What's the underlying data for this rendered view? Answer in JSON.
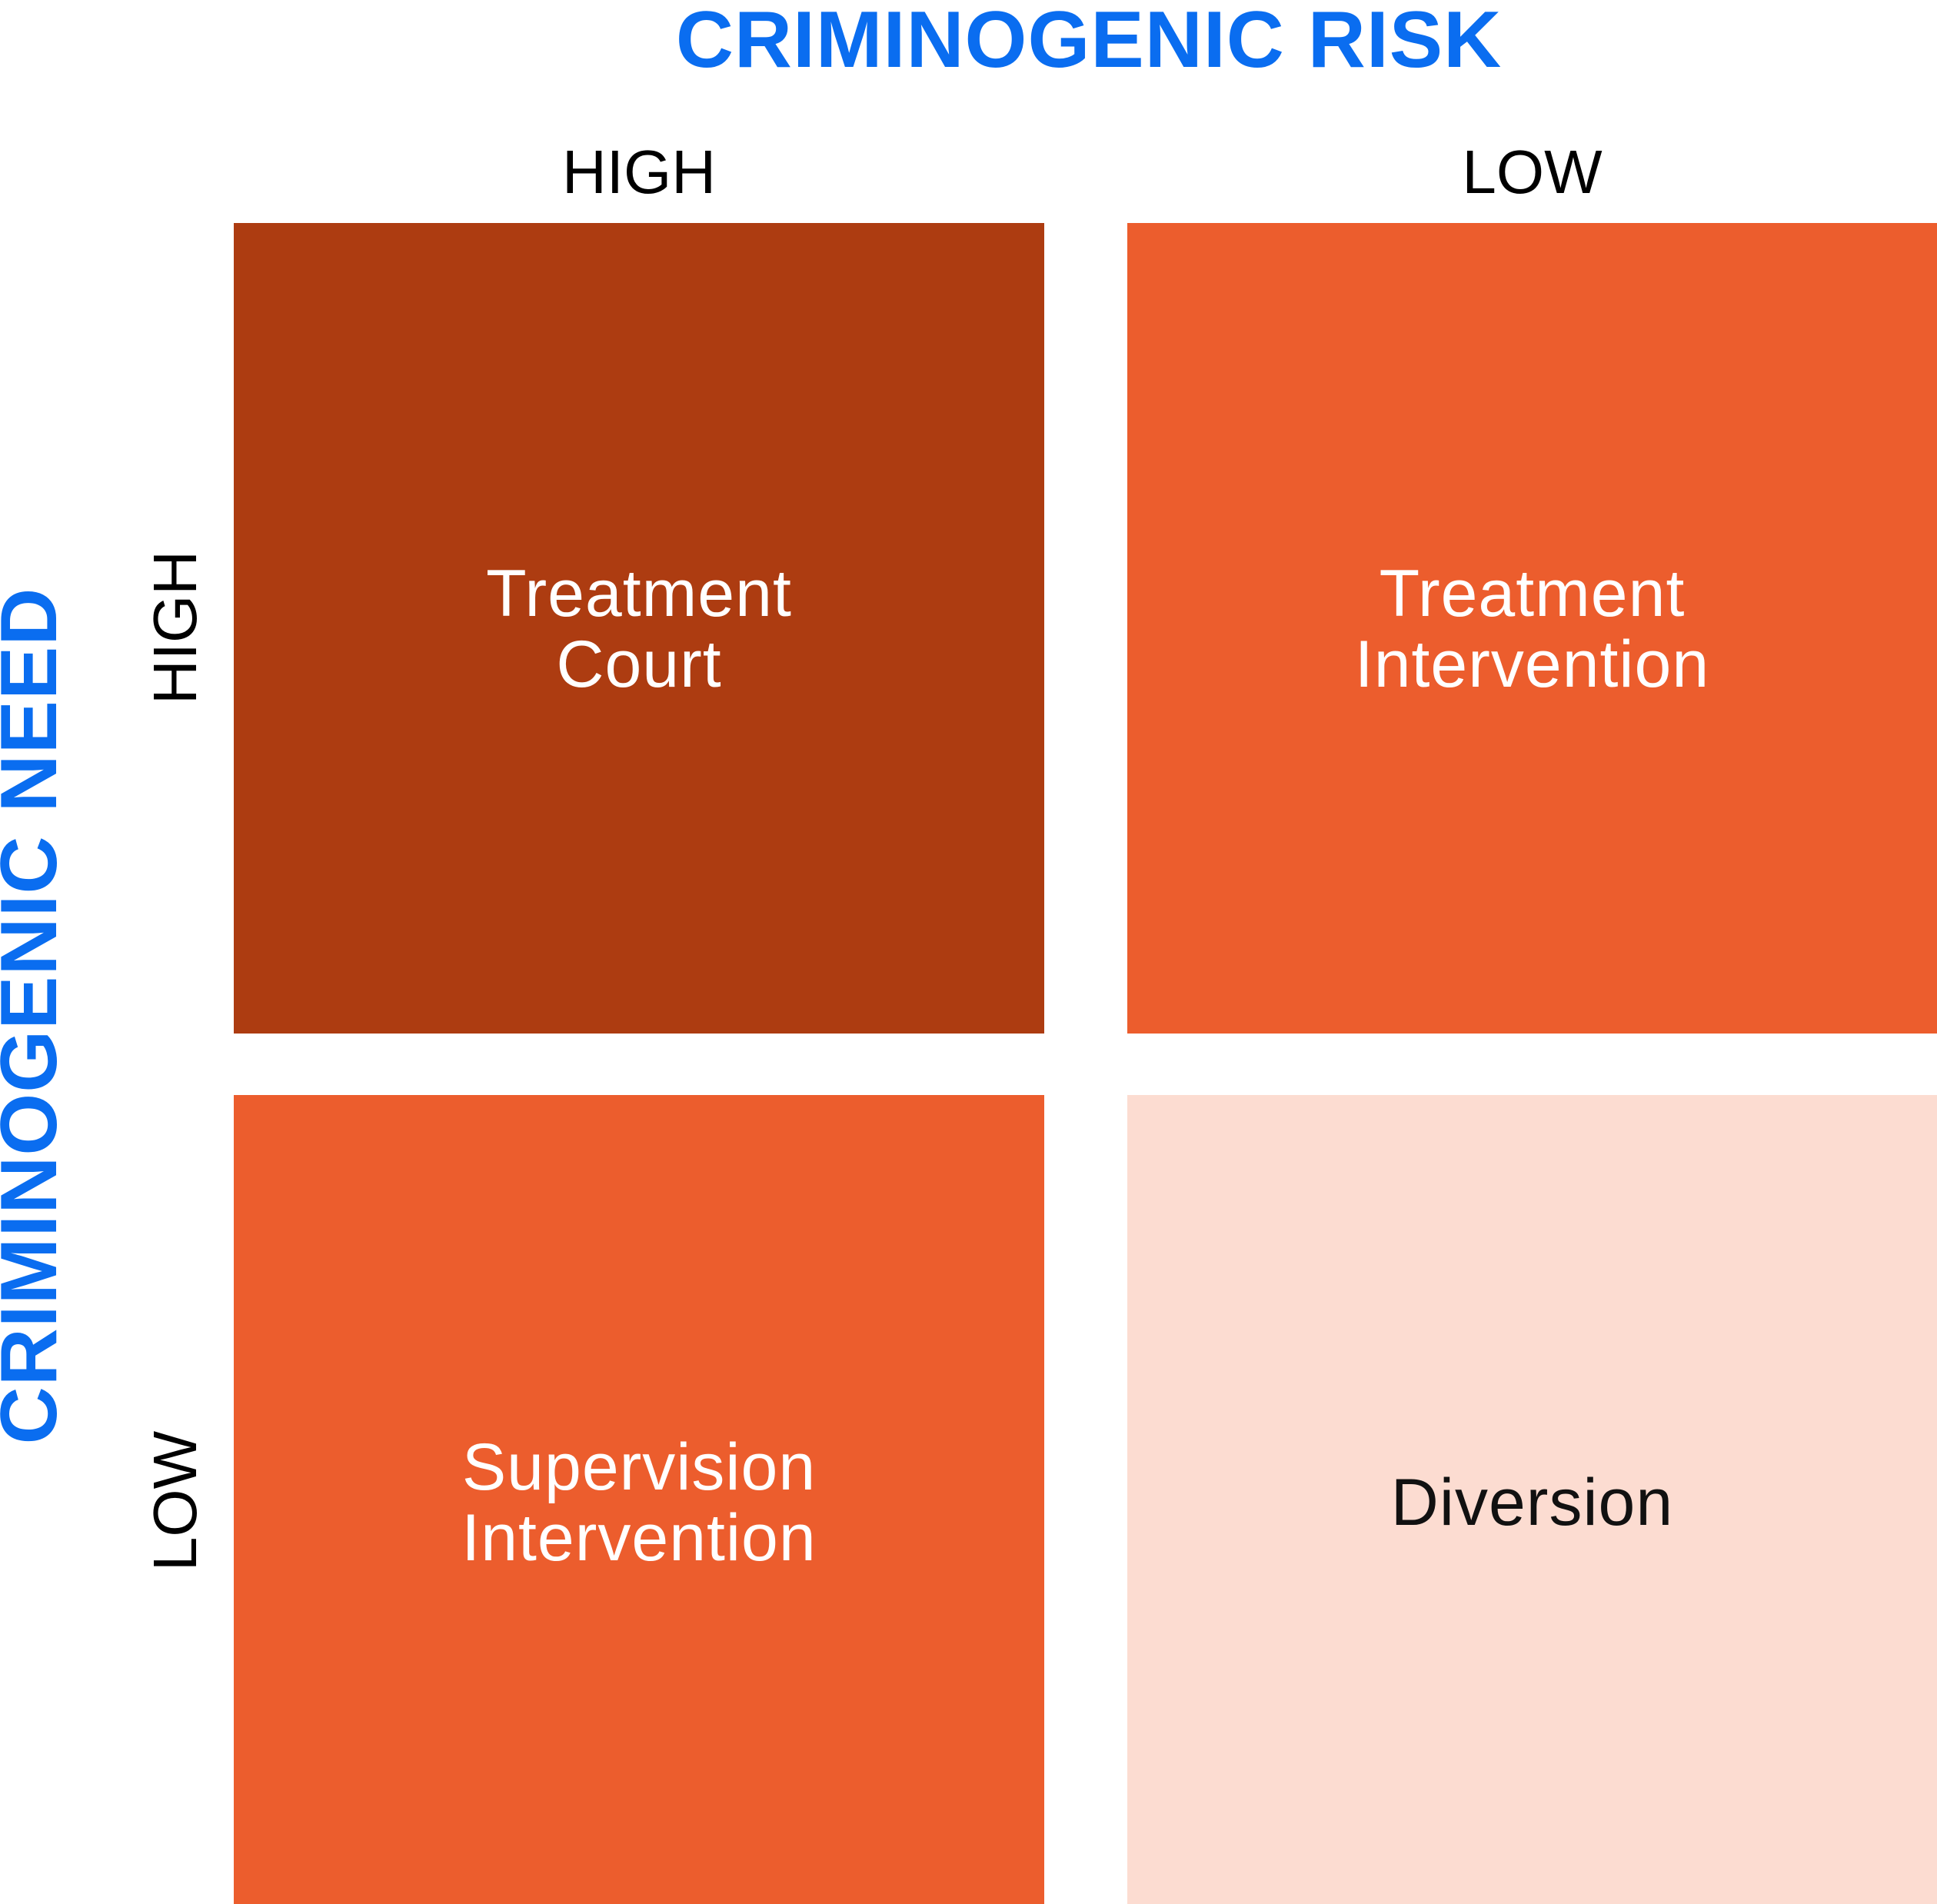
{
  "axes": {
    "horizontal_title": "CRIMINOGENIC RISK",
    "vertical_title": "CRIMINOGENIC NEED",
    "columns": [
      "HIGH",
      "LOW"
    ],
    "rows": [
      "HIGH",
      "LOW"
    ]
  },
  "cells": {
    "high_need_high_risk": "Treatment\nCourt",
    "high_need_low_risk": "Treatment\nIntervention",
    "low_need_high_risk": "Supervision\nIntervention",
    "low_need_low_risk": "Diversion"
  },
  "colors": {
    "axis_title": "#0a6df0",
    "high_need_high_risk": "#ad3c11",
    "high_need_low_risk": "#ec5d2d",
    "low_need_high_risk": "#ec5d2d",
    "low_need_low_risk": "#fcdcd1"
  }
}
